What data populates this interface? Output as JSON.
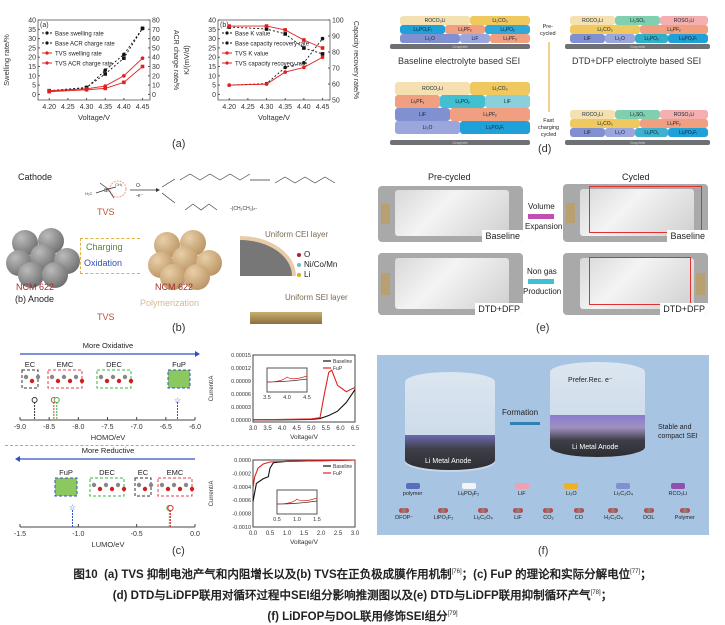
{
  "panel_labels": {
    "a": "(a)",
    "b": "(b)",
    "c": "(c)",
    "d": "(d)",
    "e": "(e)",
    "f": "(f)"
  },
  "chart_data": [
    {
      "id": "a",
      "type": "line",
      "panel_tag": "(a)",
      "xlabel": "Voltage/V",
      "ylabel": "Swelling rate/%",
      "y2label": "ACR charge rate/%",
      "xlim": [
        4.17,
        4.47
      ],
      "ylim": [
        -3,
        40
      ],
      "y2lim": [
        -6,
        80
      ],
      "xticks": [
        "4.20",
        "4.25",
        "4.30",
        "4.35",
        "4.40",
        "4.45"
      ],
      "yticks": [
        "0",
        "5",
        "10",
        "15",
        "20",
        "25",
        "30",
        "35",
        "40"
      ],
      "y2ticks": [
        "0",
        "10",
        "20",
        "30",
        "40",
        "50",
        "60",
        "70",
        "80"
      ],
      "x": [
        4.2,
        4.3,
        4.35,
        4.4,
        4.45
      ],
      "series": [
        {
          "name": "Base swelling rate",
          "axis": "left",
          "color": "#111111",
          "dash": "2,2",
          "marker": "circle",
          "values": [
            1.5,
            3.5,
            13,
            21.5,
            35.5
          ]
        },
        {
          "name": "Base ACR charge rate",
          "axis": "right",
          "color": "#111111",
          "dash": "2,2",
          "marker": "square",
          "values": [
            4,
            7.5,
            22,
            39,
            71
          ]
        },
        {
          "name": "TVS swelling rate",
          "axis": "left",
          "color": "#e02020",
          "dash": "",
          "marker": "circle",
          "values": [
            2,
            3,
            4.5,
            10,
            19.5
          ]
        },
        {
          "name": "TVS ACR charge rate",
          "axis": "right",
          "color": "#e02020",
          "dash": "",
          "marker": "square",
          "values": [
            3,
            5,
            6.5,
            13,
            30
          ]
        }
      ]
    },
    {
      "id": "b",
      "type": "line",
      "panel_tag": "(b)",
      "xlabel": "Voltage/V",
      "ylabel": "K/(mV/d)",
      "y2label": "Capacity recovery rate/%",
      "xlim": [
        4.17,
        4.47
      ],
      "ylim": [
        -3,
        40
      ],
      "y2lim": [
        50,
        100
      ],
      "xticks": [
        "4.20",
        "4.25",
        "4.30",
        "4.35",
        "4.40",
        "4.45"
      ],
      "yticks": [
        "0",
        "5",
        "10",
        "15",
        "20",
        "25",
        "30",
        "35",
        "40"
      ],
      "y2ticks": [
        "50",
        "60",
        "70",
        "80",
        "90",
        "100"
      ],
      "x": [
        4.2,
        4.3,
        4.35,
        4.4,
        4.45
      ],
      "series": [
        {
          "name": "Base K value",
          "axis": "left",
          "color": "#111111",
          "dash": "2,2",
          "marker": "circle",
          "values": [
            5,
            5.8,
            14.5,
            17,
            30
          ]
        },
        {
          "name": "Base capacity recovery rate",
          "axis": "right",
          "color": "#111111",
          "dash": "2,2",
          "marker": "square",
          "values": [
            95.6,
            94.4,
            91.3,
            82.5,
            78.8
          ]
        },
        {
          "name": "TVS K value",
          "axis": "left",
          "color": "#e02020",
          "dash": "",
          "marker": "circle",
          "values": [
            5,
            5.5,
            12,
            14.5,
            20
          ]
        },
        {
          "name": "TVS capacity recovery rate",
          "axis": "right",
          "color": "#e02020",
          "dash": "",
          "marker": "square",
          "values": [
            96.2,
            96.2,
            93.8,
            87.5,
            82.5
          ]
        }
      ]
    },
    {
      "id": "c-homo",
      "type": "scatter",
      "xlabel": "HOMO/eV",
      "title": "More Oxidative",
      "xlim": [
        -9.0,
        -6.0
      ],
      "xticks": [
        "-9.0",
        "-8.5",
        "-8.0",
        "-7.5",
        "-7.0",
        "-6.5",
        "-6.0"
      ],
      "points": [
        {
          "name": "EC",
          "x": -8.75,
          "color": "#333333"
        },
        {
          "name": "EMC",
          "x": -8.42,
          "color": "#e04040"
        },
        {
          "name": "DEC",
          "x": -8.37,
          "color": "#40b040"
        },
        {
          "name": "FuP",
          "x": -6.3,
          "color": "#3050d0"
        }
      ]
    },
    {
      "id": "c-lumo",
      "type": "scatter",
      "xlabel": "LUMO/eV",
      "title": "More Reductive",
      "xlim": [
        -1.5,
        0.0
      ],
      "xticks": [
        "-1.5",
        "-1.0",
        "-0.5",
        "0.0"
      ],
      "points": [
        {
          "name": "FuP",
          "x": -1.05,
          "color": "#3050d0"
        },
        {
          "name": "DEC",
          "x": -0.22,
          "color": "#40b040"
        },
        {
          "name": "EC",
          "x": -0.21,
          "color": "#333333"
        },
        {
          "name": "EMC",
          "x": -0.21,
          "color": "#e04040"
        }
      ]
    },
    {
      "id": "c-lsv-ox",
      "type": "line",
      "xlabel": "Voltage/V",
      "ylabel": "Current/A",
      "xlim": [
        3.0,
        6.5
      ],
      "ylim": [
        -5e-06,
        0.00015
      ],
      "xticks": [
        "3.0",
        "3.5",
        "4.0",
        "4.5",
        "5.0",
        "5.5",
        "6.0",
        "6.5"
      ],
      "yticks": [
        "0.00000",
        "0.00003",
        "0.00006",
        "0.00009",
        "0.00012",
        "0.00015"
      ],
      "inset_xticks": [
        "3.5",
        "4.0",
        "4.5"
      ],
      "series": [
        {
          "name": "Baseline",
          "color": "#111111",
          "x": [
            3.0,
            4.0,
            5.0,
            5.3,
            5.6,
            5.9,
            6.2,
            6.5
          ],
          "values": [
            0,
            0,
            1e-06,
            3e-06,
            1e-05,
            2e-05,
            4e-05,
            7e-05
          ]
        },
        {
          "name": "FuP",
          "color": "#e02020",
          "x": [
            3.0,
            4.0,
            5.0,
            5.3,
            5.45,
            5.6,
            5.7,
            5.9,
            6.2,
            6.5
          ],
          "values": [
            0,
            1e-06,
            2e-06,
            5e-06,
            6e-05,
            0.00011,
            0.000115,
            8e-05,
            6.5e-05,
            7.5e-05
          ]
        }
      ]
    },
    {
      "id": "c-lsv-red",
      "type": "line",
      "xlabel": "Voltage/V",
      "ylabel": "Current/A",
      "xlim": [
        0.0,
        3.0
      ],
      "ylim": [
        -0.001,
        0.0
      ],
      "xticks": [
        "0.0",
        "0.5",
        "1.0",
        "1.5",
        "2.0",
        "2.5",
        "3.0"
      ],
      "yticks": [
        "0.0000",
        "-0.0002",
        "-0.0004",
        "-0.0006",
        "-0.0008",
        "-0.0010"
      ],
      "inset_xticks": [
        "0.5",
        "1.0",
        "1.5"
      ],
      "series": [
        {
          "name": "Baseline",
          "color": "#111111",
          "x": [
            0.0,
            0.1,
            0.3,
            0.45,
            0.5,
            0.6,
            1.0,
            2.0,
            3.0
          ],
          "values": [
            -0.00062,
            -0.00035,
            -0.00028,
            -0.00025,
            -0.00012,
            -4e-05,
            -2e-05,
            -1e-05,
            0
          ]
        },
        {
          "name": "FuP",
          "color": "#e02020",
          "x": [
            0.0,
            0.05,
            0.15,
            0.3,
            0.5,
            1.0,
            2.0,
            3.0
          ],
          "values": [
            -0.00042,
            -0.00025,
            -0.00012,
            -6e-05,
            -3e-05,
            -2e-05,
            -1e-05,
            0
          ]
        }
      ]
    }
  ],
  "panel_a": {
    "tag_a": "(a)",
    "tag_b": "(b)"
  },
  "panel_d": {
    "precycled": "Pre-\ncycled",
    "fastcycled": "Fast\ncharging\ncycled",
    "baseline_title": "Baseline electrolyte based SEI",
    "dtd_title": "DTD+DFP electrolyte based SEI",
    "graphite": "Graphite",
    "species": {
      "ROCO2Li": "ROCO₂Li",
      "Li2CO3": "Li₂CO₃",
      "LiPO2F2": "LiₓPOᵧFᵢ",
      "LixPFy": "LiₓPFᵧ",
      "LixPOy": "LiₓPOᵧ",
      "Li2O": "Li₂O",
      "LiF": "LiF",
      "Li2SO3": "Li₂SOₓ",
      "ROSO2Li": "ROSO₂Li"
    }
  },
  "panel_b": {
    "cathode": "Cathode",
    "anode": "(b) Anode",
    "tvs": "TVS",
    "ncm": "NCM 622",
    "charging": "Charging",
    "oxidation": "Oxidation",
    "polymerization": "Polymerization",
    "cei": "Uniform CEI layer",
    "sei": "Uniform SEI layer",
    "legend": [
      {
        "label": "O",
        "color": "#b02030"
      },
      {
        "label": "Ni/Co/Mn",
        "color": "#60c0d0"
      },
      {
        "label": "Li",
        "color": "#d0b020"
      }
    ],
    "reagent": "O·",
    "electron": "-e⁻",
    "ch3": "CH₃",
    "h3c": "H₃C",
    "si": "Si",
    "rs": "R₁",
    "oligomer": "-(CH₂CH₂)ₙ-",
    "ncm_inner": "NCM 622"
  },
  "panel_c": {
    "more_oxidative": "More Oxidative",
    "more_reductive": "More Reductive",
    "legend_baseline": "Baseline",
    "legend_fup": "FuP"
  },
  "panel_e": {
    "precycled": "Pre-cycled",
    "cycled": "Cycled",
    "volume": "Volume",
    "expansion": "Expansion",
    "nongas": "Non gas",
    "production": "Production",
    "baseline": "Baseline",
    "dtd": "DTD+DFP"
  },
  "panel_f": {
    "formation": "Formation",
    "anode": "Li Metal Anode",
    "prefer": "Prefer.Rec.",
    "electron": "e⁻",
    "stable": "Stable and\ncompact SEI",
    "legend1": [
      {
        "label": "polymer",
        "color": "#5a6ec0"
      },
      {
        "label": "LiₓPOᵧF₂",
        "color": "#f4f4f4"
      },
      {
        "label": "LiF",
        "color": "#f0a0b0"
      },
      {
        "label": "Li₂O",
        "color": "#f0b020"
      },
      {
        "label": "Li₂C₂O₄",
        "color": "#8090d0"
      },
      {
        "label": "RCO₂Li",
        "color": "#9050b0"
      }
    ],
    "legend2": [
      "DFOP⁻",
      "LiPO₂F₂",
      "Li₂C₂O₄",
      "LiF",
      "CO₂",
      "CO",
      "H₂C₂O₄",
      "DOL",
      "Polymer"
    ]
  },
  "caption": {
    "line1_fig": "图10",
    "line1": "(a) TVS 抑制电池产气和内阻增长以及(b) TVS在正负极成膜作用机制",
    "ref1": "[76]",
    "line1b": "；(c) FuP 的理论和实际分解电位",
    "ref2": "[77]",
    "line1c": "；",
    "line2": "(d) DTD与LiDFP联用对循环过程中SEI组分影响推测图以及(e) DTD与LiDFP联用抑制循环产气",
    "ref3": "[78]",
    "line2b": "；",
    "line3": "(f) LiDFOP与DOL联用修饰SEI组分",
    "ref4": "[79]"
  }
}
